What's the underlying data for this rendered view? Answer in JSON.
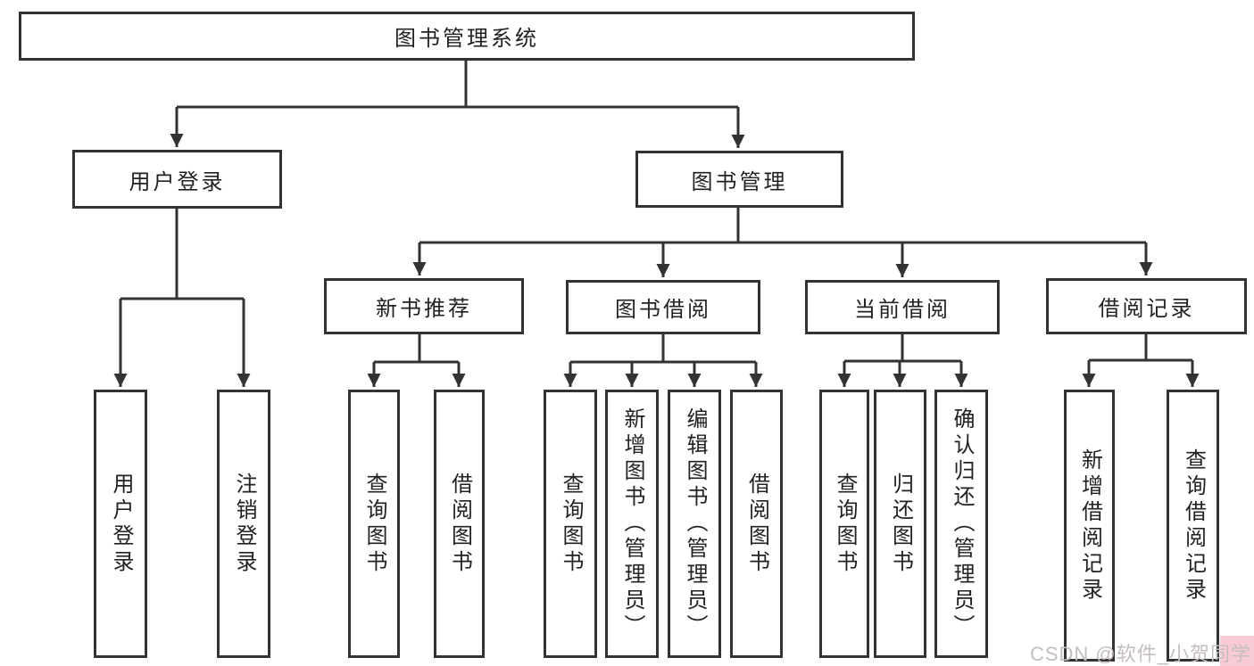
{
  "tree": {
    "root": {
      "label": "图书管理系统",
      "children": [
        {
          "label": "用户登录",
          "children": [
            {
              "label": "用户登录"
            },
            {
              "label": "注销登录"
            }
          ]
        },
        {
          "label": "图书管理",
          "children": [
            {
              "label": "新书推荐",
              "children": [
                {
                  "label": "查询图书"
                },
                {
                  "label": "借阅图书"
                }
              ]
            },
            {
              "label": "图书借阅",
              "children": [
                {
                  "label": "查询图书"
                },
                {
                  "label": "新增图书（管理员）"
                },
                {
                  "label": "编辑图书（管理员）"
                },
                {
                  "label": "借阅图书"
                }
              ]
            },
            {
              "label": "当前借阅",
              "children": [
                {
                  "label": "查询图书"
                },
                {
                  "label": "归还图书"
                },
                {
                  "label": "确认归还（管理员）"
                }
              ]
            },
            {
              "label": "借阅记录",
              "children": [
                {
                  "label": "新增借阅记录"
                },
                {
                  "label": "查询借阅记录"
                }
              ]
            }
          ]
        }
      ]
    }
  },
  "watermark": {
    "text": "CSDN @软件_小贺同学"
  },
  "colors": {
    "line": "#333333",
    "box_border": "#333333",
    "box_fill": "#ffffff",
    "text": "#222222",
    "watermark_text": "#c6bdbd",
    "watermark_accent": "#f2a0b4",
    "background": "#ffffff"
  }
}
